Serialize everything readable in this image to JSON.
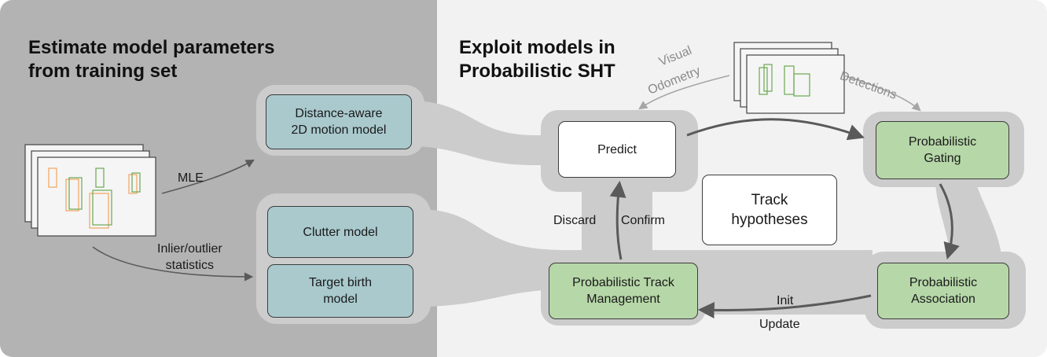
{
  "left_panel": {
    "title": "Estimate model parameters\nfrom training set"
  },
  "right_panel": {
    "title": "Exploit models in\nProbabilistic SHT"
  },
  "models": {
    "motion": "Distance-aware\n2D motion model",
    "clutter": "Clutter model",
    "birth": "Target birth\nmodel"
  },
  "edges": {
    "mle": "MLE",
    "inlier": "Inlier/outlier\nstatistics",
    "visual": "Visual",
    "odometry": "Odometry",
    "detections": "Detections",
    "discard": "Discard",
    "confirm": "Confirm",
    "init": "Init",
    "update": "Update"
  },
  "nodes": {
    "predict": "Predict",
    "gating": "Probabilistic\nGating",
    "hypotheses": "Track\nhypotheses",
    "association": "Probabilistic\nAssociation",
    "management": "Probabilistic Track\nManagement"
  },
  "colors": {
    "left_bg": "#b3b3b3",
    "right_bg": "#f2f2f2",
    "band": "#cccccc",
    "model_fill": "#a9c9cd",
    "node_fill": "#b6d7a8",
    "orange_box": "#f0a35e",
    "green_box": "#6aa84f"
  }
}
